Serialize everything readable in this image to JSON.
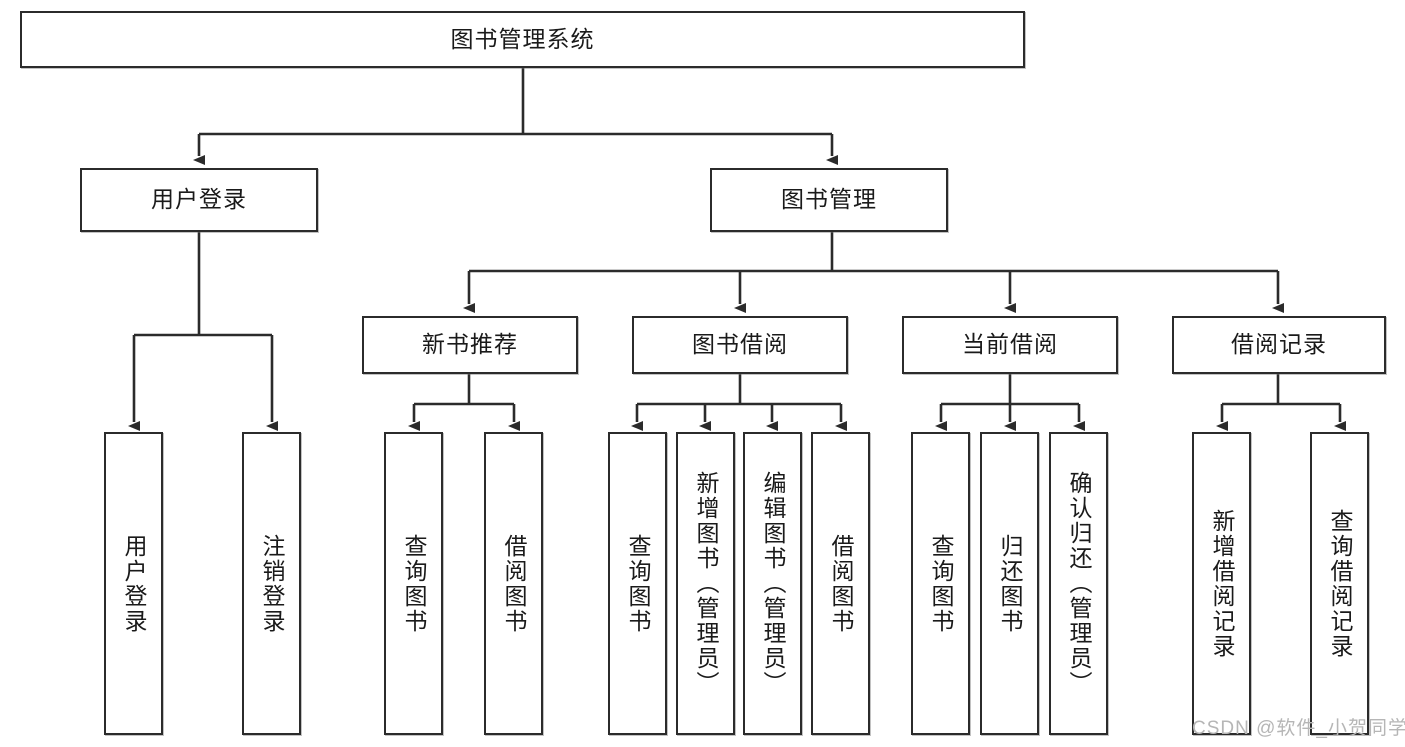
{
  "diagram": {
    "type": "tree-hierarchy",
    "title": "图书管理系统",
    "background_color": "#ffffff",
    "line_color": "#2b2b2b",
    "text_color": "#1a1a1a",
    "levels": 4,
    "root": {
      "label": "图书管理系统",
      "children": [
        {
          "label": "用户登录",
          "children": [
            {
              "label": "用户登录",
              "orientation": "vertical"
            },
            {
              "label": "注销登录",
              "orientation": "vertical"
            }
          ]
        },
        {
          "label": "图书管理",
          "children": [
            {
              "label": "新书推荐",
              "children": [
                {
                  "label": "查询图书",
                  "orientation": "vertical"
                },
                {
                  "label": "借阅图书",
                  "orientation": "vertical"
                }
              ]
            },
            {
              "label": "图书借阅",
              "children": [
                {
                  "label": "查询图书",
                  "orientation": "vertical"
                },
                {
                  "label": "新增图书（管理员）",
                  "orientation": "vertical"
                },
                {
                  "label": "编辑图书（管理员）",
                  "orientation": "vertical"
                },
                {
                  "label": "借阅图书",
                  "orientation": "vertical"
                }
              ]
            },
            {
              "label": "当前借阅",
              "children": [
                {
                  "label": "查询图书",
                  "orientation": "vertical"
                },
                {
                  "label": "归还图书",
                  "orientation": "vertical"
                },
                {
                  "label": "确认归还（管理员）",
                  "orientation": "vertical"
                }
              ]
            },
            {
              "label": "借阅记录",
              "children": [
                {
                  "label": "新增借阅记录",
                  "orientation": "vertical"
                },
                {
                  "label": "查询借阅记录",
                  "orientation": "vertical"
                }
              ]
            }
          ]
        }
      ]
    },
    "nodes": {
      "root": "图书管理系统",
      "l2_user_login": "用户登录",
      "l2_book_manage": "图书管理",
      "l3_new_books": "新书推荐",
      "l3_borrow": "图书借阅",
      "l3_current": "当前借阅",
      "l3_records": "借阅记录",
      "l4_user_login": "用户登录",
      "l4_user_logout": "注销登录",
      "l4_nb_query": "查询图书",
      "l4_nb_borrow": "借阅图书",
      "l4_bw_query": "查询图书",
      "l4_bw_add": "新增图书（管理员）",
      "l4_bw_edit": "编辑图书（管理员）",
      "l4_bw_borrow": "借阅图书",
      "l4_cb_query": "查询图书",
      "l4_cb_return": "归还图书",
      "l4_cb_confirm": "确认归还（管理员）",
      "l4_rc_add": "新增借阅记录",
      "l4_rc_query": "查询借阅记录"
    }
  },
  "watermark": {
    "text": "CSDN @软件_小贺同学"
  }
}
